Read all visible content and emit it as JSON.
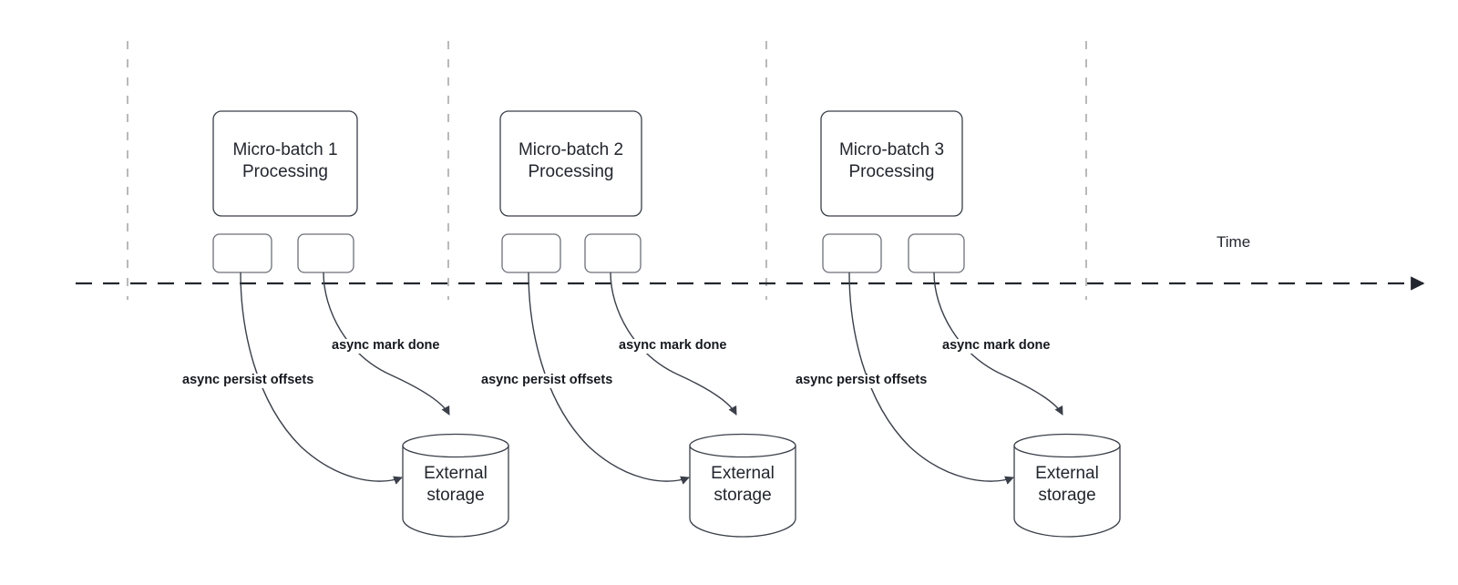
{
  "diagram": {
    "title_axis": "Time",
    "stroke_color": "#23262e",
    "light_stroke_color": "#a8a8a8",
    "fill_color": "#ffffff",
    "batches": [
      {
        "id": "micro-batch-1",
        "label": "Micro-batch 1\nProcessing",
        "persist_label": "async persist offsets",
        "mark_done_label": "async mark done",
        "storage_label": "External\nstorage"
      },
      {
        "id": "micro-batch-2",
        "label": "Micro-batch 2\nProcessing",
        "persist_label": "async persist offsets",
        "mark_done_label": "async mark done",
        "storage_label": "External\nstorage"
      },
      {
        "id": "micro-batch-3",
        "label": "Micro-batch 3\nProcessing",
        "persist_label": "async persist offsets",
        "mark_done_label": "async mark done",
        "storage_label": "External\nstorage"
      }
    ]
  }
}
